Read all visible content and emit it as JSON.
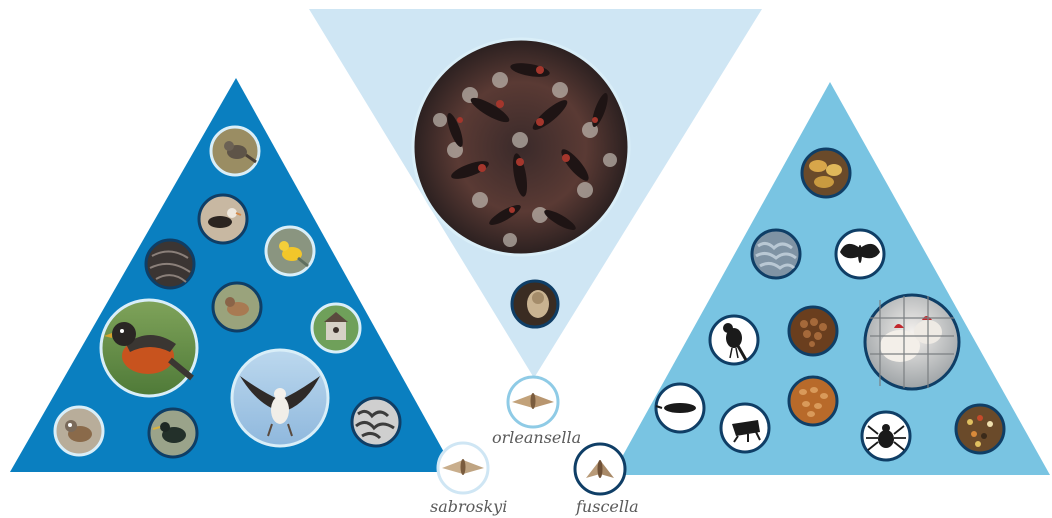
{
  "colors": {
    "left_triangle": "#0a7fc0",
    "center_triangle": "#cfe6f4",
    "right_triangle": "#79c4e2",
    "photo_ring": "#d9eef8",
    "dark_ring": "#0f3e66"
  },
  "species_labels": {
    "orleansella": "orleansella",
    "sabroskyi": "sabroskyi",
    "fuscella": "fuscella"
  },
  "icons": {
    "moth": "moth-icon",
    "bird": "bird-icon",
    "wasp_nest": "wasp-nest-icon",
    "bat": "bat-icon",
    "potatoes": "potatoes-icon",
    "wool": "wool-icon",
    "butterfly": "butterfly-icon",
    "magpie": "magpie-silhouette-icon",
    "pellets": "pellets-icon",
    "chicken": "chicken-icon",
    "grains": "grains-icon",
    "spider": "spider-icon",
    "seed_mix": "seed-mix-icon",
    "feathers": "feathers-icon",
    "birdhouse": "birdhouse-icon",
    "osprey": "osprey-icon",
    "robin": "robin-icon",
    "rodent": "rodent-silhouette-icon",
    "beetle": "beetle-silhouette-icon"
  }
}
